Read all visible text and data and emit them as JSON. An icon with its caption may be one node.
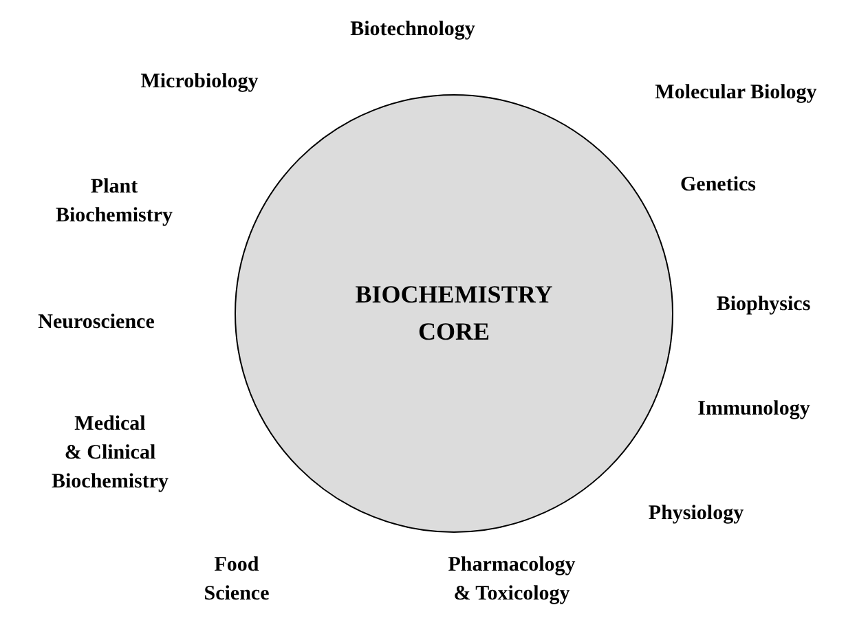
{
  "diagram": {
    "nodes": [
      {
        "text": [
          "BIOCHEMISTRY CORE"
        ]
      }
    ],
    "labels": [
      "Biotechnology",
      "Microbiology",
      "Molecular Biology",
      "Plant Biochemistry",
      "Genetics",
      "Neuroscience",
      "Biophysics",
      "Immunology",
      "Medical & Clinical Biochemistry",
      "Physiology",
      "Food Science",
      "Pharmacology & Toxicology"
    ]
  }
}
